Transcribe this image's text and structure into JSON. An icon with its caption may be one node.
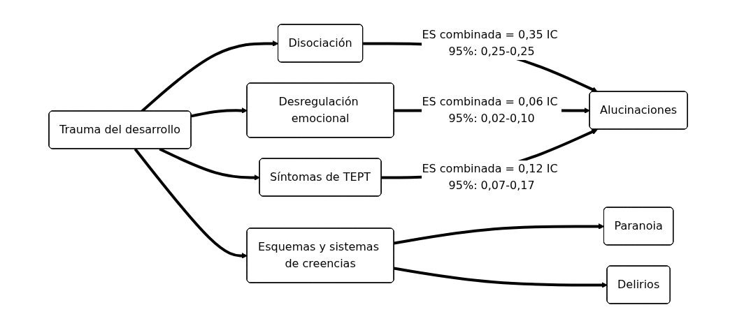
{
  "diagram": {
    "nodes": [
      {
        "text": [
          "Trauma del desarrollo"
        ]
      },
      {
        "text": [
          "Disociación"
        ]
      },
      {
        "text": [
          "Desregulación emocional"
        ]
      },
      {
        "text": [
          "Síntomas de TEPT"
        ]
      },
      {
        "text": [
          "Esquemas y sistemas de creencias"
        ]
      },
      {
        "text": [
          "Alucinaciones"
        ]
      },
      {
        "text": [
          "Paranoia"
        ]
      },
      {
        "text": [
          "Delirios"
        ]
      }
    ],
    "edges": [
      {
        "from": 0,
        "to": 1,
        "arrow": "to"
      },
      {
        "from": 0,
        "to": 2,
        "arrow": "to"
      },
      {
        "from": 0,
        "to": 3,
        "arrow": "to"
      },
      {
        "from": 0,
        "to": 4,
        "arrow": "to"
      },
      {
        "from": 1,
        "to": 5,
        "arrow": "to",
        "label": "ES combinada = 0,35 IC 95%: 0,25-0,25"
      },
      {
        "from": 2,
        "to": 5,
        "arrow": "to",
        "label": "ES combinada = 0,06 IC 95%: 0,02-0,10"
      },
      {
        "from": 3,
        "to": 5,
        "arrow": "to",
        "label": "ES combinada = 0,12 IC 95%: 0,07-0,17"
      },
      {
        "from": 4,
        "to": 6,
        "arrow": "to"
      },
      {
        "from": 4,
        "to": 7,
        "arrow": "to"
      }
    ]
  }
}
